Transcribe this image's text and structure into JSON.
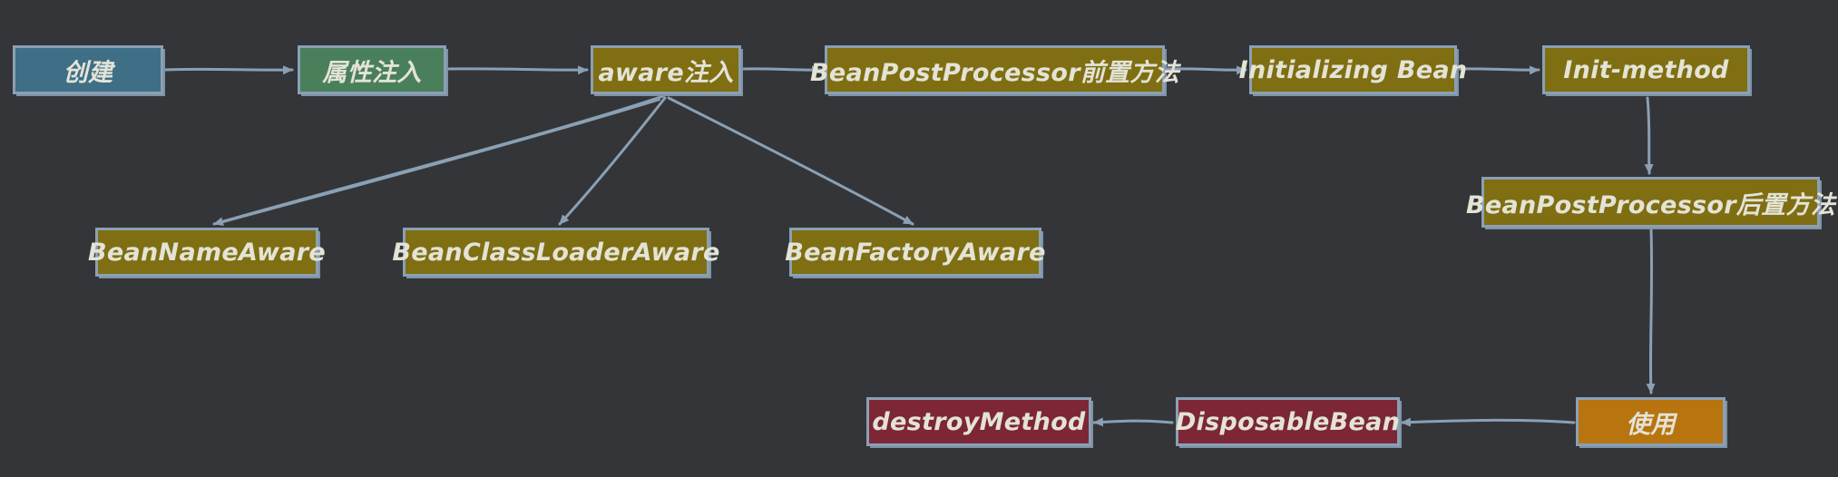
{
  "colors": {
    "background": "#343538",
    "edge": "#8aa0b4",
    "create": "#3e6f87",
    "inject": "#4a7f5c",
    "olive": "#7f6e12",
    "use": "#b8740e",
    "destroy": "#7c2636"
  },
  "nodes": {
    "create": "创建",
    "property_inject": "属性注入",
    "aware_inject": "aware注入",
    "bpp_before": "BeanPostProcessor前置方法",
    "initializing_bean": "Initializing Bean",
    "init_method": "Init-method",
    "bpp_after": "BeanPostProcessor后置方法",
    "bean_name_aware": "BeanNameAware",
    "bean_classloader_aware": "BeanClassLoaderAware",
    "bean_factory_aware": "BeanFactoryAware",
    "use": "使用",
    "disposable_bean": "DisposableBean",
    "destroy_method": "destroyMethod"
  }
}
